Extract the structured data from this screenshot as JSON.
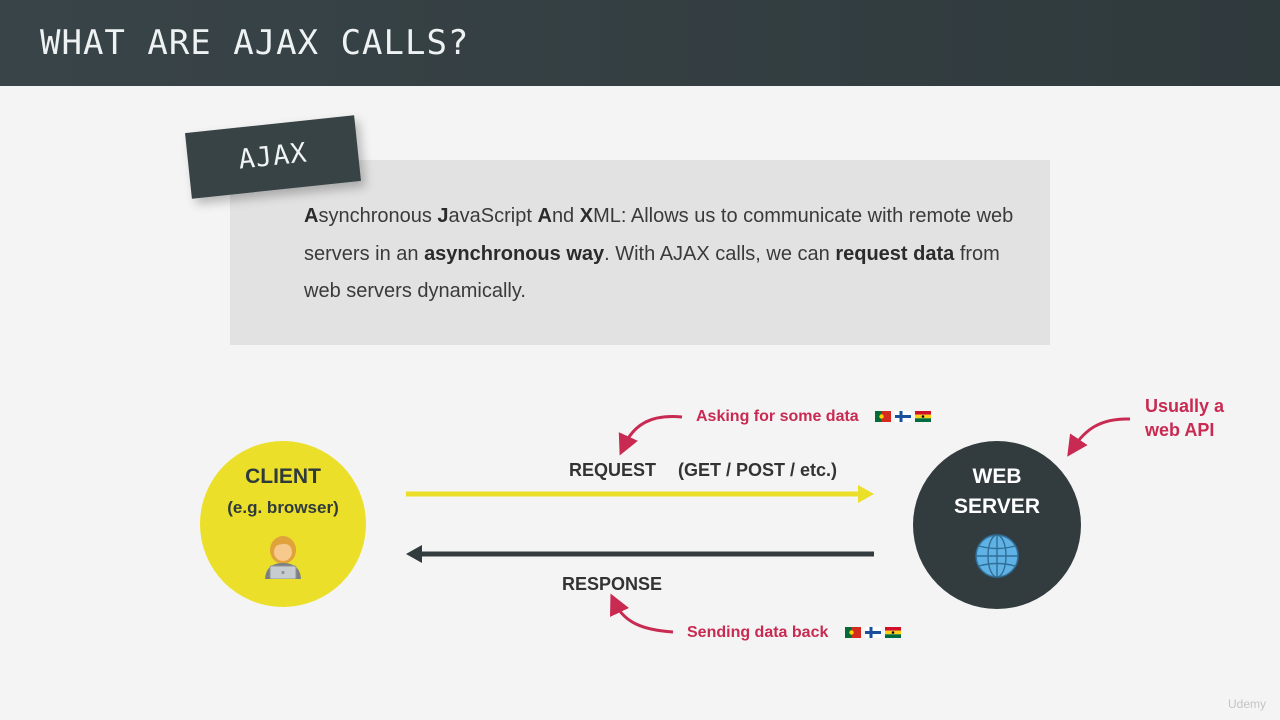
{
  "slide": {
    "title": "WHAT ARE AJAX CALLS?",
    "watermark": "Udemy"
  },
  "definition": {
    "tag": "AJAX",
    "a1": "A",
    "t1": "synchronous ",
    "j1": "J",
    "t2": "avaScript ",
    "a2": "A",
    "t3": "nd ",
    "x1": "X",
    "t4": "ML: Allows us to communicate with remote web servers in an ",
    "b1": "asynchronous way",
    "t5": ". With AJAX calls, we can ",
    "b2": "request data",
    "t6": " from web servers dynamically."
  },
  "diagram": {
    "client": {
      "title": "CLIENT",
      "subtitle": "(e.g. browser)",
      "icon": "person-at-laptop-icon",
      "color": "#ebdf29"
    },
    "server": {
      "line1": "WEB",
      "line2": "SERVER",
      "icon": "globe-icon",
      "color": "#323c3f"
    },
    "request": {
      "label": "REQUEST",
      "methods": "(GET / POST / etc.)",
      "note": "Asking for some data",
      "color": "#ebdf29"
    },
    "response": {
      "label": "RESPONSE",
      "note": "Sending data back",
      "color": "#323c3f"
    },
    "server_note": {
      "line1": "Usually a",
      "line2": "web API"
    },
    "flags": [
      "portugal-flag-icon",
      "finland-flag-icon",
      "ghana-flag-icon"
    ],
    "accent_color": "#c82a52"
  }
}
